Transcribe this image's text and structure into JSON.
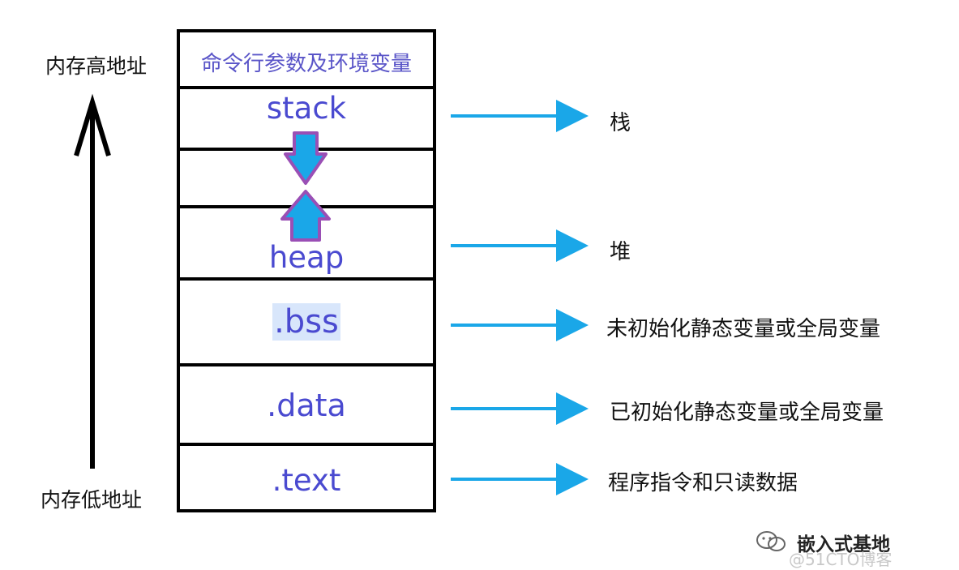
{
  "address": {
    "high": "内存高地址",
    "low": "内存低地址"
  },
  "segments": [
    {
      "label": "命令行参数及环境变量",
      "desc": ""
    },
    {
      "label": "stack",
      "desc": "栈"
    },
    {
      "label": "",
      "desc": ""
    },
    {
      "label": "heap",
      "desc": "堆"
    },
    {
      "label": ".bss",
      "desc": "未初始化静态变量或全局变量"
    },
    {
      "label": ".data",
      "desc": "已初始化静态变量或全局变量"
    },
    {
      "label": ".text",
      "desc": "程序指令和只读数据"
    }
  ],
  "watermark": {
    "brand": "嵌入式基地",
    "site": "@51CTO博客"
  },
  "colors": {
    "arrow_blue": "#1aa7e8",
    "purple": "#9a4fb5",
    "segment_text": "#4a4ad0"
  }
}
